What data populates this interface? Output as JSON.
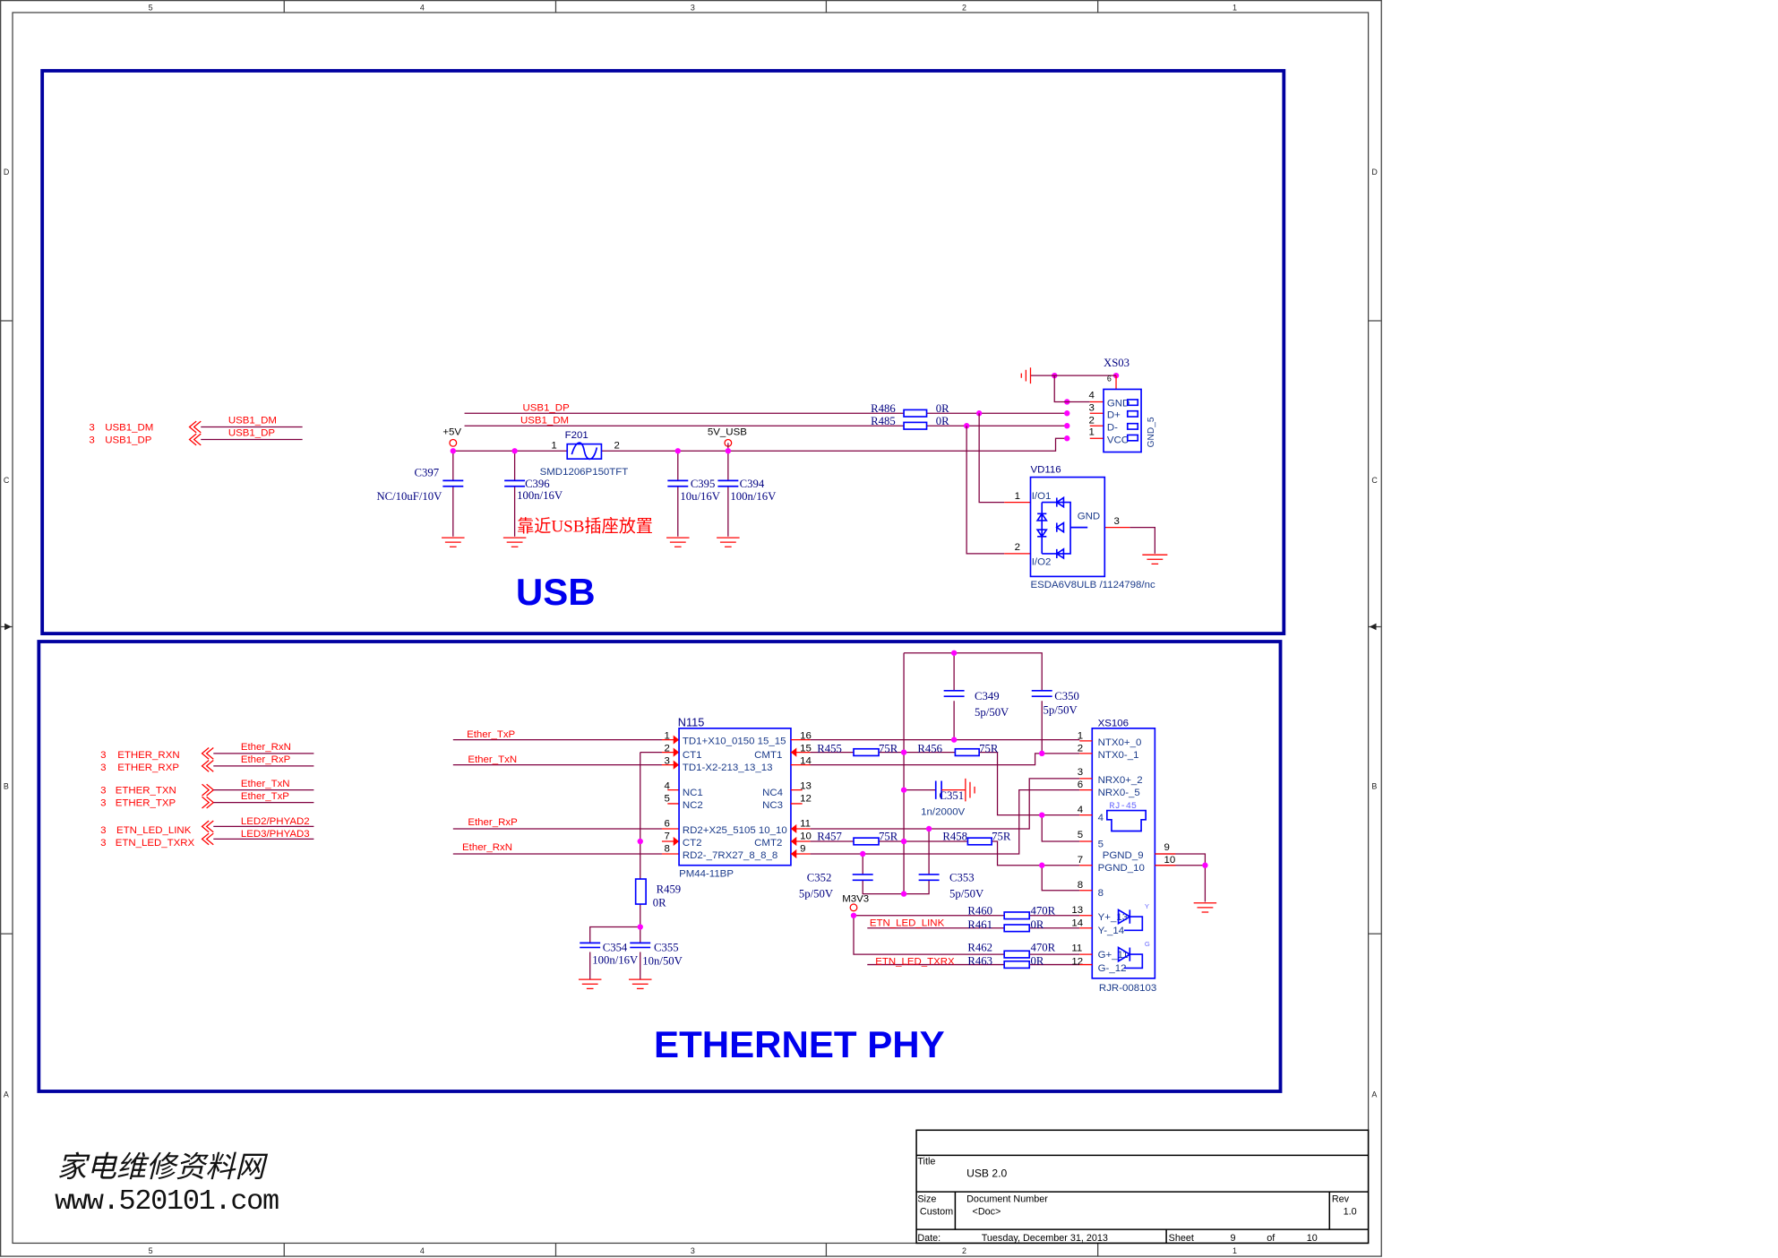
{
  "frame": {
    "columns": [
      "5",
      "4",
      "3",
      "2",
      "1"
    ],
    "rows": [
      "D",
      "C",
      "B",
      "A"
    ]
  },
  "usb": {
    "section_title": "USB",
    "offpage": [
      {
        "num": "3",
        "name": "USB1_DM",
        "net": "USB1_DM"
      },
      {
        "num": "3",
        "name": "USB1_DP",
        "net": "USB1_DP"
      }
    ],
    "nets": {
      "dp": "USB1_DP",
      "dm": "USB1_DM",
      "p5v": "+5V",
      "v5usb": "5V_USB"
    },
    "f201": {
      "ref": "F201",
      "part": "SMD1206P150TFT",
      "pin1": "1",
      "pin2": "2"
    },
    "caps": [
      {
        "ref": "C397",
        "value": "NC/10uF/10V"
      },
      {
        "ref": "C396",
        "value": "100n/16V"
      },
      {
        "ref": "C395",
        "value": "10u/16V"
      },
      {
        "ref": "C394",
        "value": "100n/16V"
      }
    ],
    "resistors": [
      {
        "ref": "R486",
        "value": "0R"
      },
      {
        "ref": "R485",
        "value": "0R"
      }
    ],
    "note": "靠近USB插座放置",
    "xs03": {
      "ref": "XS03",
      "pins": [
        "4",
        "3",
        "2",
        "1"
      ],
      "labels": [
        "GND",
        "D+",
        "D-",
        "VCC"
      ],
      "pin6": "6",
      "overlay": "GND_5"
    },
    "vd116": {
      "ref": "VD116",
      "part": "ESDA6V8ULB /1124798/nc",
      "io1": "I/O1",
      "io2": "I/O2",
      "gnd": "GND",
      "p1": "1",
      "p2": "2",
      "p3": "3"
    }
  },
  "eth": {
    "section_title": "ETHERNET PHY",
    "offpage": [
      {
        "num": "3",
        "name": "ETHER_RXN",
        "net": "Ether_RxN"
      },
      {
        "num": "3",
        "name": "ETHER_RXP",
        "net": "Ether_RxP"
      },
      {
        "num": "3",
        "name": "ETHER_TXN",
        "net": "Ether_TxN"
      },
      {
        "num": "3",
        "name": "ETHER_TXP",
        "net": "Ether_TxP"
      },
      {
        "num": "3",
        "name": "ETN_LED_LINK",
        "net": "LED2/PHYAD2"
      },
      {
        "num": "3",
        "name": "ETN_LED_TXRX",
        "net": "LED3/PHYAD3"
      }
    ],
    "nets": {
      "txp": "Ether_TxP",
      "txn": "Ether_TxN",
      "rxp": "Ether_RxP",
      "rxn": "Ether_RxN",
      "link": "ETN_LED_LINK",
      "txrx": "ETN_LED_TXRX",
      "m3v3": "M3V3"
    },
    "n115": {
      "ref": "N115",
      "part": "PM44-11BP",
      "left_pins": [
        "1",
        "2",
        "3",
        "4",
        "5",
        "6",
        "7",
        "8"
      ],
      "left_labels": [
        "TD1+X10_0150 15_15",
        "CT1",
        "TD1-X2-213_13_13",
        "NC1",
        "NC2",
        "RD2+X25_5105 10_10",
        "CT2",
        "RD2-_7RX27_8_8_8"
      ],
      "right_pins": [
        "16",
        "15",
        "14",
        "13",
        "12",
        "11",
        "10",
        "9"
      ],
      "right_labels": [
        "CMT1",
        "NC4",
        "NC3",
        "CMT2"
      ]
    },
    "resistors": [
      {
        "ref": "R455",
        "value": "75R"
      },
      {
        "ref": "R456",
        "value": "75R"
      },
      {
        "ref": "R457",
        "value": "75R"
      },
      {
        "ref": "R458",
        "value": "75R"
      },
      {
        "ref": "R459",
        "value": "0R"
      },
      {
        "ref": "R460",
        "value": "470R"
      },
      {
        "ref": "R461",
        "value": "0R"
      },
      {
        "ref": "R462",
        "value": "470R"
      },
      {
        "ref": "R463",
        "value": "0R"
      }
    ],
    "caps": [
      {
        "ref": "C349",
        "value": "5p/50V"
      },
      {
        "ref": "C350",
        "value": "5p/50V"
      },
      {
        "ref": "C351",
        "value": "1n/2000V"
      },
      {
        "ref": "C352",
        "value": "5p/50V"
      },
      {
        "ref": "C353",
        "value": "5p/50V"
      },
      {
        "ref": "C354",
        "value": "100n/16V"
      },
      {
        "ref": "C355",
        "value": "10n/50V"
      }
    ],
    "xs106": {
      "ref": "XS106",
      "part": "RJR-008103",
      "rj45": "RJ-45",
      "pins": [
        "1",
        "2",
        "3",
        "6",
        "4",
        "5",
        "7",
        "8",
        "13",
        "14",
        "11",
        "12"
      ],
      "labels": [
        "NTX0+_0",
        "NTX0-_1",
        "NRX0+_2",
        "NRX0-_5",
        "4",
        "5",
        "PGND_9",
        "PGND_10",
        "8",
        "Y+_13",
        "Y-_14",
        "G+_11",
        "G-_12"
      ],
      "right_pins": [
        "9",
        "10"
      ],
      "led_y": "Y",
      "led_g": "G"
    }
  },
  "title_block": {
    "title_label": "Title",
    "title": "USB 2.0",
    "size_label": "Size",
    "size": "Custom",
    "docnum_label": "Document Number",
    "docnum": "<Doc>",
    "rev_label": "Rev",
    "rev": "1.0",
    "date_label": "Date:",
    "date": "Tuesday, December 31, 2013",
    "sheet_label": "Sheet",
    "sheet": "9",
    "of_label": "of",
    "total": "10"
  },
  "watermark": {
    "cn": "家电维修资料网",
    "url": "www.520101.com"
  },
  "colors": {
    "wire": "#800040",
    "pin": "#ff0000",
    "component": "#0000ff",
    "section_box": "#0000a0",
    "junction": "#ff00ff"
  }
}
